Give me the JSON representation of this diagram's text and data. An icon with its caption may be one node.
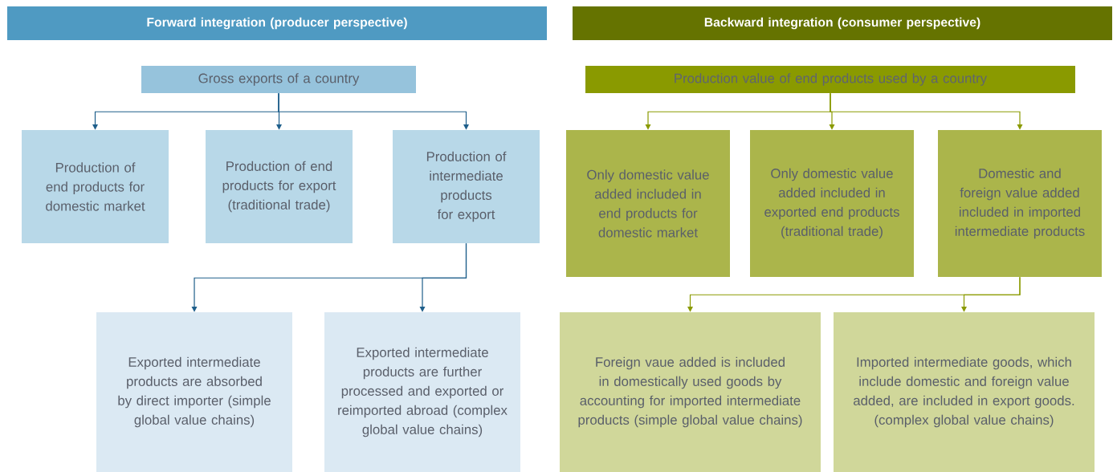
{
  "diagram": {
    "nodes": [
      {
        "text": [
          "Forward integration (producer perspective)"
        ]
      },
      {
        "text": [
          "Gross exports of a country"
        ]
      },
      {
        "text": [
          "Production of end products for domestic market"
        ]
      },
      {
        "text": [
          "Production of end products for export (traditional trade)"
        ]
      },
      {
        "text": [
          "Production of intermediate products for export"
        ]
      },
      {
        "text": [
          "Exported intermediate products are absorbed by direct importer (simple global value chains)"
        ]
      },
      {
        "text": [
          "Exported intermediate products are further processed and exported or reimported abroad (complex global value chains)"
        ]
      },
      {
        "text": [
          "Backward integration (consumer perspective)"
        ]
      },
      {
        "text": [
          "Production value of end products used by a country"
        ]
      },
      {
        "text": [
          "Only domestic value added included in end products for domestic market"
        ]
      },
      {
        "text": [
          "Only domestic value added included in exported end products (traditional trade)"
        ]
      },
      {
        "text": [
          "Domestic and foreign value added included in imported intermediate products"
        ]
      },
      {
        "text": [
          "Foreign vaue added is included in domestically used goods by accounting for imported intermediate products (simple global value chains)"
        ]
      },
      {
        "text": [
          "Imported intermediate goods, which include domestic and foreign value added, are included in export goods. (complex global value chains)"
        ]
      }
    ],
    "edges": [
      {
        "from": 1,
        "to": 2,
        "arrow": "to",
        "color": "#1f5f8b"
      },
      {
        "from": 1,
        "to": 3,
        "arrow": "to",
        "color": "#1f5f8b"
      },
      {
        "from": 1,
        "to": 4,
        "arrow": "to",
        "color": "#1f5f8b"
      },
      {
        "from": 4,
        "to": 5,
        "arrow": "to",
        "color": "#1f5f8b"
      },
      {
        "from": 4,
        "to": 6,
        "arrow": "to",
        "color": "#1f5f8b"
      },
      {
        "from": 8,
        "to": 9,
        "arrow": "to",
        "color": "#8a9a00"
      },
      {
        "from": 8,
        "to": 10,
        "arrow": "to",
        "color": "#8a9a00"
      },
      {
        "from": 8,
        "to": 11,
        "arrow": "to",
        "color": "#8a9a00"
      },
      {
        "from": 11,
        "to": 12,
        "arrow": "to",
        "color": "#8a9a00"
      },
      {
        "from": 11,
        "to": 13,
        "arrow": "to",
        "color": "#8a9a00"
      }
    ]
  }
}
